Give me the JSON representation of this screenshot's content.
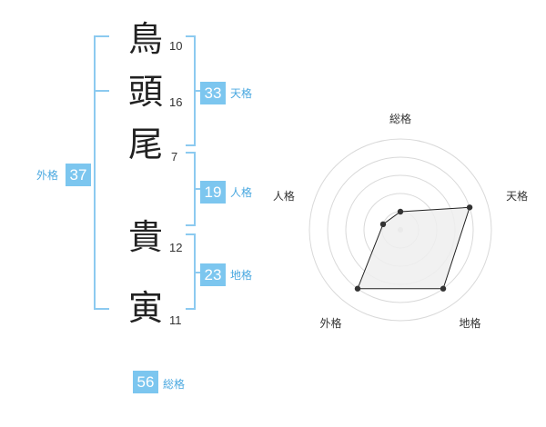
{
  "name": {
    "chars": [
      {
        "char": "鳥",
        "strokes": "10"
      },
      {
        "char": "頭",
        "strokes": "16"
      },
      {
        "char": "尾",
        "strokes": "7"
      },
      {
        "char": "貴",
        "strokes": "12"
      },
      {
        "char": "寅",
        "strokes": "11"
      }
    ]
  },
  "fortunes": {
    "tenkaku": {
      "label": "天格",
      "value": "33"
    },
    "jinkaku": {
      "label": "人格",
      "value": "19"
    },
    "chikaku": {
      "label": "地格",
      "value": "23"
    },
    "gaikaku": {
      "label": "外格",
      "value": "37"
    },
    "soukaku": {
      "label": "総格",
      "value": "56"
    }
  },
  "colors": {
    "accent": "#7cc6ef",
    "accent_text": "#4aa8e0",
    "bracket": "#8ccaf0",
    "radar_fill": "#eeeeee",
    "ring": "#d9d9d9"
  },
  "chart_data": {
    "type": "radar",
    "axes": [
      "総格",
      "天格",
      "地格",
      "外格",
      "人格"
    ],
    "values": [
      1,
      4,
      4,
      4,
      1
    ],
    "max": 5,
    "rings": 5
  }
}
